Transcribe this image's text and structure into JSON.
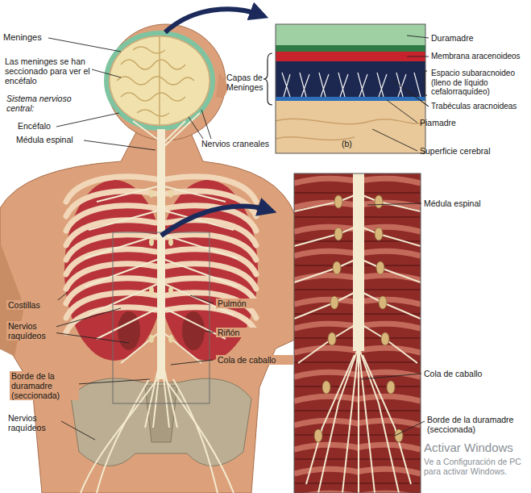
{
  "diagram": {
    "labels": [
      "Meninges",
      "Las meninges se han seccionado para ver el encéfalo",
      "Sistema nervioso central:",
      "Encéfalo",
      "Médula espinal",
      "Nervios craneales",
      "Capas de Meninges",
      "Duramadre",
      "Membrana aracenoideos",
      "Espacio subaracnoideo (lleno de líquido cefalorraquídeo)",
      "Trabéculas aracnoideas",
      "Piamadre",
      "Superficie cerebral",
      "(b)",
      "Médula espinal",
      "Costillas",
      "Nervios raquídeos",
      "Pulmón",
      "Riñón",
      "Cola de caballo",
      "Borde de la duramadre (seccionada)",
      "Nervios raquídeos",
      "Cola de caballo",
      "Borde de la duramadre (seccionada)",
      "Activar Windows",
      "Ve a Configuración de PC para activar Windows."
    ]
  }
}
